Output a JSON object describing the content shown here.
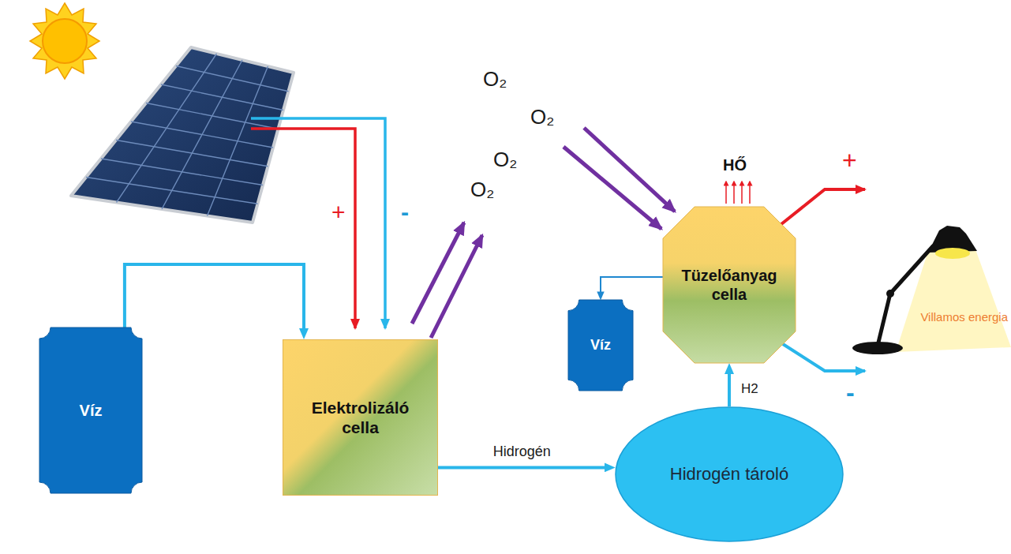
{
  "diagram": {
    "nodes": [
      {
        "text": [
          "Víz"
        ]
      },
      {
        "text": [
          "Elektrolizáló cella"
        ]
      },
      {
        "text": [
          "Hidrogén tároló"
        ]
      },
      {
        "text": [
          "Tüzelőanyag cella"
        ]
      },
      {
        "text": [
          "Víz"
        ]
      }
    ],
    "edges": [
      {
        "from": 0,
        "to": 1,
        "arrow": "to"
      },
      {
        "from": 1,
        "to": 2,
        "label": "Hidrogén",
        "arrow": "to"
      },
      {
        "from": 2,
        "to": 3,
        "label": "H2",
        "arrow": "to"
      },
      {
        "from": 3,
        "to": 4,
        "arrow": "to"
      }
    ],
    "labels": [
      "+",
      "-",
      "O₂",
      "O₂",
      "O₂",
      "O₂",
      "HŐ",
      "+",
      "-",
      "Villamos energia"
    ]
  }
}
